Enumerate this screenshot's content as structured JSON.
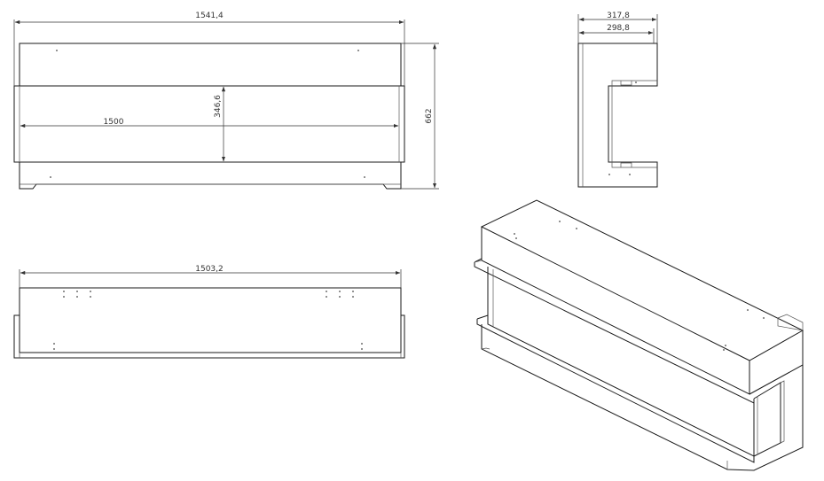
{
  "dimensions": {
    "front_total_width": "1541,4",
    "front_inner_height": "346,6",
    "front_total_height": "662",
    "front_inner_width": "1500",
    "bottom_width": "1503,2",
    "side_total_depth": "317,8",
    "side_inner_depth": "298,8"
  }
}
